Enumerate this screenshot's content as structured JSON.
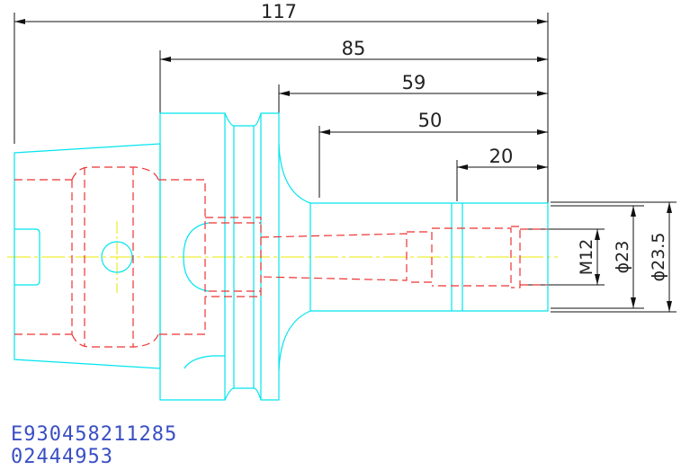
{
  "drawing": {
    "dimensions": {
      "length_117": "117",
      "length_85": "85",
      "length_59": "59",
      "length_50": "50",
      "length_20": "20",
      "thread_m12": "M12",
      "dia_23": "ϕ23",
      "dia_23_5": "ϕ23.5"
    },
    "colors": {
      "body_outline": "#00e5ee",
      "hidden_lines": "#ee3333",
      "center_line": "#e8e800",
      "dimension_lines": "#111111",
      "code_text": "#3a4fc4"
    }
  },
  "codes": {
    "part_number": "E930458211285",
    "order_number": "02444953"
  }
}
